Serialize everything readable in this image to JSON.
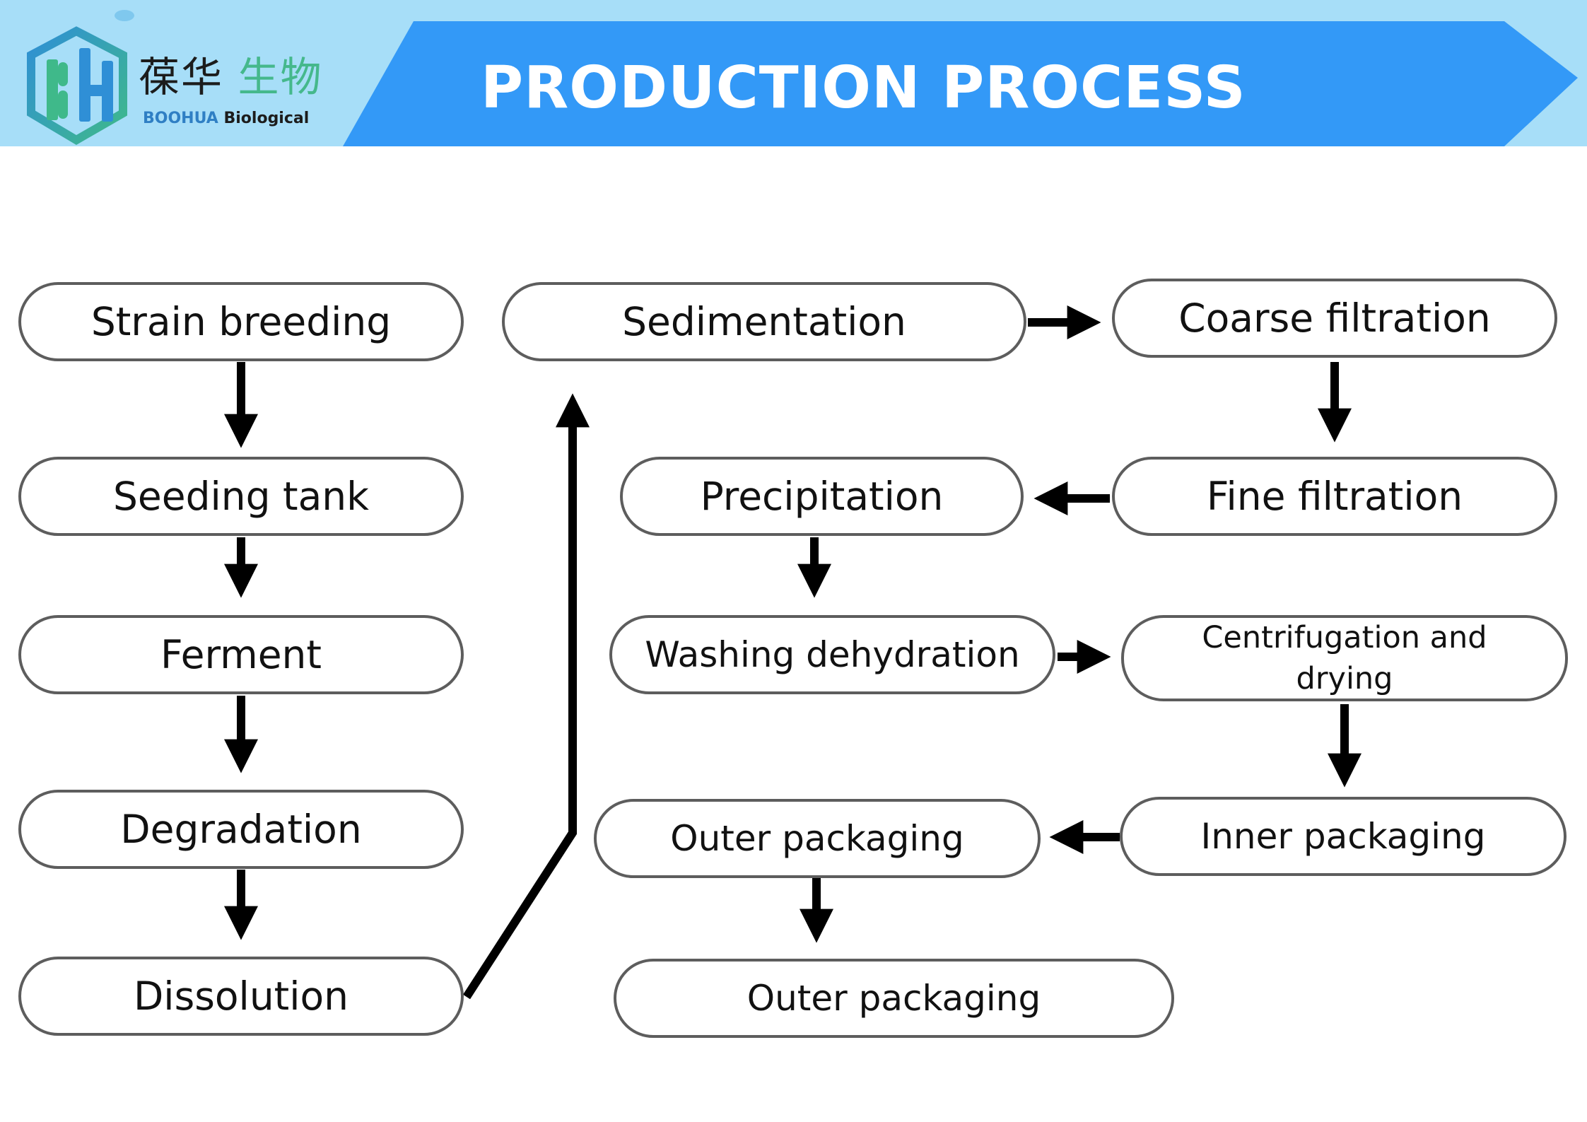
{
  "header": {
    "title": "PRODUCTION PROCESS",
    "logo": {
      "icon": "bh-hexagon-logo-icon",
      "chinese_name": "葆华生物",
      "english_name_brand": "BOOHUA",
      "english_name_suffix": "Biological"
    },
    "colors": {
      "band": "#a7def8",
      "banner": "#3399f7",
      "title_text": "#ffffff"
    }
  },
  "flow": {
    "nodes": {
      "strain_breeding": "Strain breeding",
      "seeding_tank": "Seeding tank",
      "ferment": "Ferment",
      "degradation": "Degradation",
      "dissolution": "Dissolution",
      "sedimentation": "Sedimentation",
      "coarse_filtration": "Coarse filtration",
      "fine_filtration": "Fine filtration",
      "precipitation": "Precipitation",
      "washing_dehydration": "Washing dehydration",
      "centrifugation_drying": "Centrifugation and drying",
      "inner_packaging": "Inner packaging",
      "outer_packaging_1": "Outer packaging",
      "outer_packaging_2": "Outer packaging"
    },
    "edges": [
      [
        "strain_breeding",
        "seeding_tank"
      ],
      [
        "seeding_tank",
        "ferment"
      ],
      [
        "ferment",
        "degradation"
      ],
      [
        "degradation",
        "dissolution"
      ],
      [
        "dissolution",
        "sedimentation"
      ],
      [
        "sedimentation",
        "coarse_filtration"
      ],
      [
        "coarse_filtration",
        "fine_filtration"
      ],
      [
        "fine_filtration",
        "precipitation"
      ],
      [
        "precipitation",
        "washing_dehydration"
      ],
      [
        "washing_dehydration",
        "centrifugation_drying"
      ],
      [
        "centrifugation_drying",
        "inner_packaging"
      ],
      [
        "inner_packaging",
        "outer_packaging_1"
      ],
      [
        "outer_packaging_1",
        "outer_packaging_2"
      ]
    ],
    "colors": {
      "node_border": "#5d5d5d",
      "arrow": "#000000"
    }
  }
}
